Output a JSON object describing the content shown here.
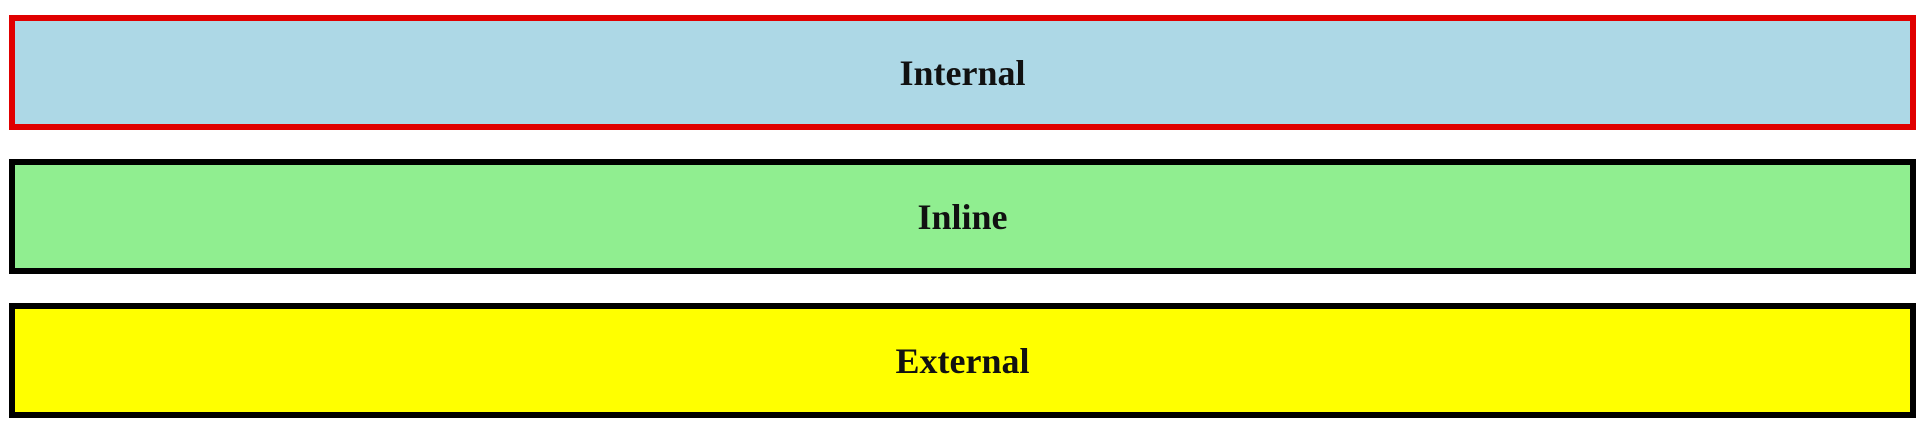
{
  "boxes": {
    "internal": {
      "label": "Internal",
      "background": "#add8e6",
      "border_color": "#e00000"
    },
    "inline": {
      "label": "Inline",
      "background": "#90ee90",
      "border_color": "#000000"
    },
    "external": {
      "label": "External",
      "background": "#ffff00",
      "border_color": "#000000"
    }
  }
}
